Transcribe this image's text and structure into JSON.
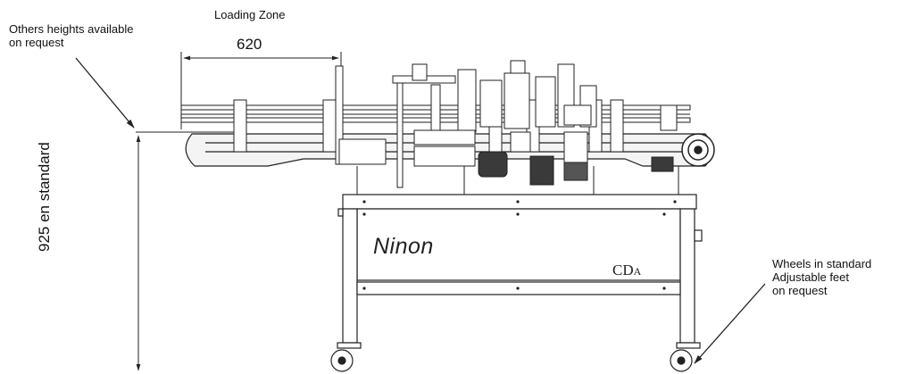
{
  "labels": {
    "loading_zone": "Loading Zone",
    "loading_zone_dimension": "620",
    "other_heights_line1": "Others heights available",
    "other_heights_line2": "on request",
    "height_dimension": "925 en standard",
    "wheels_line1": "Wheels in standard",
    "wheels_line2": "Adjustable feet",
    "wheels_line3": "on request"
  },
  "machine": {
    "brand": "Ninon",
    "model_main": "CD",
    "model_suffix": "A"
  },
  "icons": [
    "arrow-icon",
    "caster-wheel-icon",
    "motor-icon",
    "roller-icon"
  ],
  "colors": {
    "line": "#222222",
    "fill_light": "#f2f2f2",
    "fill_dark": "#3a3a3a"
  }
}
